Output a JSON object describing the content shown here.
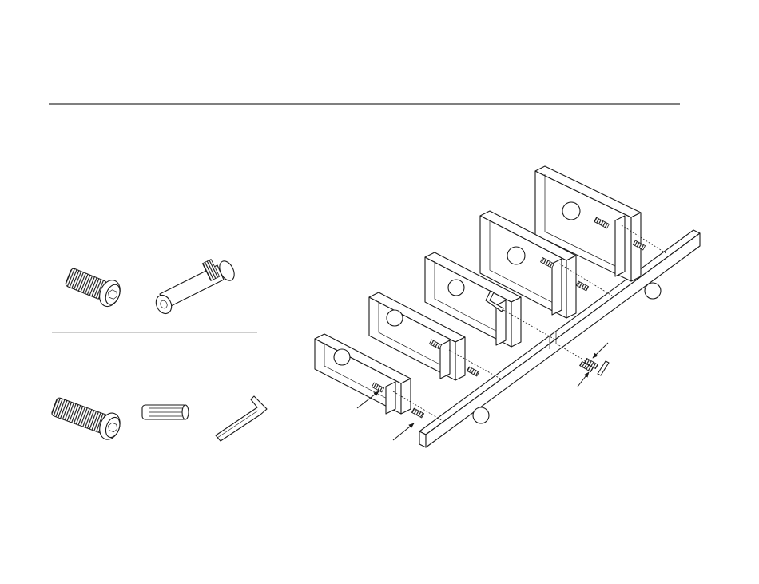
{
  "page": {
    "background": "#ffffff",
    "ink": "#1a1a1a",
    "rule_color": "#555555",
    "divider_color": "#b0b0b0"
  },
  "hardware": {
    "group_a": [
      {
        "name": "short-hex-bolt",
        "icon": "bolt-icon"
      },
      {
        "name": "barrel-bolt",
        "icon": "barrel-bolt-icon"
      }
    ],
    "group_b": [
      {
        "name": "long-hex-bolt",
        "icon": "bolt-icon"
      },
      {
        "name": "wood-dowel",
        "icon": "dowel-icon"
      },
      {
        "name": "allen-key",
        "icon": "allen-key-icon"
      }
    ]
  },
  "assembly": {
    "panels_count": 5,
    "part_markers": [
      "",
      "",
      "",
      "",
      "",
      "",
      ""
    ],
    "arrows": 4
  }
}
